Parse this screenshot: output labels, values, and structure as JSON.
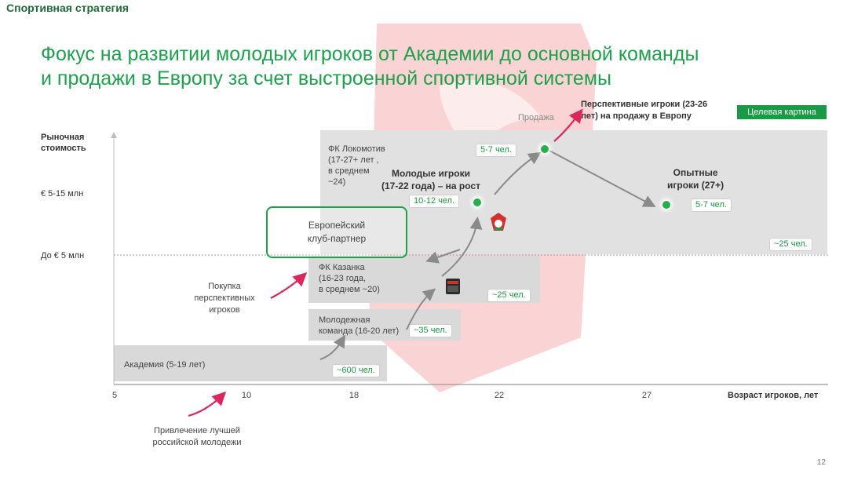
{
  "header": {
    "section": "Спортивная стратегия",
    "title_line1": "Фокус на развитии молодых игроков от Академии до основной команды",
    "title_line2": "и продажи в Европу за счет выстроенной спортивной системы",
    "target_badge": "Целевая картина"
  },
  "axes": {
    "y_label_line1": "Рыночная",
    "y_label_line2": "стоимость",
    "y_tick_high": "€ 5-15 млн",
    "y_tick_low": "До € 5 млн",
    "x_label": "Возраст игроков, лет",
    "x_ticks": [
      "5",
      "10",
      "18",
      "22",
      "27"
    ]
  },
  "stages": {
    "academy": {
      "label": "Академия (5-19 лет)",
      "count": "~600 чел."
    },
    "youth": {
      "line1": "Молодежная",
      "line2": "команда (16-20 лет)",
      "count": "~35 чел."
    },
    "kazanka": {
      "line1": "ФК Казанка",
      "line2": "(16-23 года,",
      "line3": "в среднем ~20)",
      "count": "~25 чел."
    },
    "lokomotiv": {
      "line1": "ФК Локомотив",
      "line2": "(17-27+ лет ,",
      "line3": "в среднем",
      "line4": "~24)",
      "count": "~25 чел."
    },
    "young_players": {
      "line1": "Молодые игроки",
      "line2": "(17-22 года) – на рост",
      "count": "10-12 чел."
    },
    "experienced": {
      "line1": "Опытные",
      "line2": "игроки (27+)",
      "count": "5-7 чел."
    },
    "sale": {
      "label": "Продажа",
      "count": "5-7 чел."
    },
    "prospects": {
      "line1": "Перспективные игроки (23-26",
      "line2": "лет) на продажу в Европу"
    },
    "partner": {
      "line1": "Европейский",
      "line2": "клуб-партнер"
    }
  },
  "annotations": {
    "purchase_line1": "Покупка",
    "purchase_line2": "перспективных",
    "purchase_line3": "игроков",
    "recruit_line1": "Привлечение лучшей",
    "recruit_line2": "российской молодежи"
  },
  "page_number": "12",
  "colors": {
    "accent_green": "#1aa34a",
    "dot_green": "#22b24c",
    "arrow_pink": "#e0245e",
    "band_gray": "#d9d9d9",
    "watermark_red": "#e63b3b"
  },
  "icons": [
    "lokomotiv-logo-icon",
    "kazanka-logo-icon"
  ]
}
